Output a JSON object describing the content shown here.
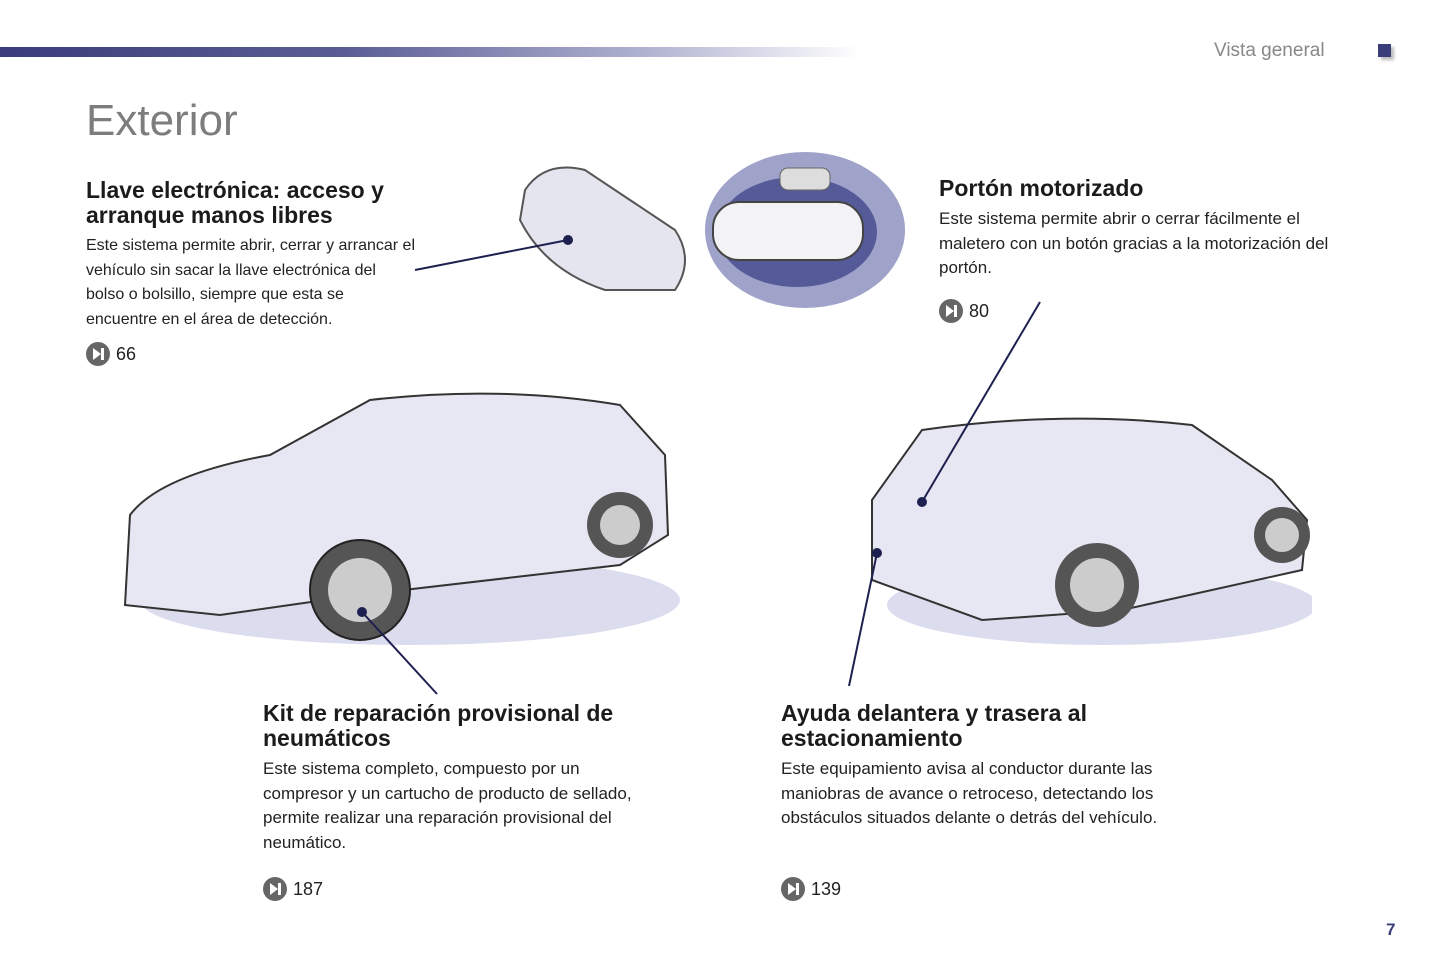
{
  "header": {
    "section": "Vista general",
    "title": "Exterior"
  },
  "items": [
    {
      "title": "Llave electrónica: acceso y arranque manos libres",
      "text": "Este sistema permite abrir, cerrar y arrancar el vehículo sin sacar la llave electrónica del bolso o bolsillo, siempre que esta se encuentre en el área de detección.",
      "ref": "66"
    },
    {
      "title": "Portón motorizado",
      "text": "Este sistema permite abrir o cerrar fácilmente el maletero con un botón gracias a la motorización del portón.",
      "ref": "80"
    },
    {
      "title": "Kit de reparación provisional de neumáticos",
      "text": "Este sistema completo, compuesto por un compresor y un cartucho de producto de sellado, permite realizar una reparación provisional del neumático.",
      "ref": "187"
    },
    {
      "title": "Ayuda delantera y trasera al estacionamiento",
      "text": "Este equipamiento avisa al conductor durante las maniobras de avance o retroceso, detectando los obstáculos situados delante o detrás del vehículo.",
      "ref": "139"
    }
  ],
  "page_number": "7",
  "colors": {
    "accent": "#3a3d7a"
  }
}
